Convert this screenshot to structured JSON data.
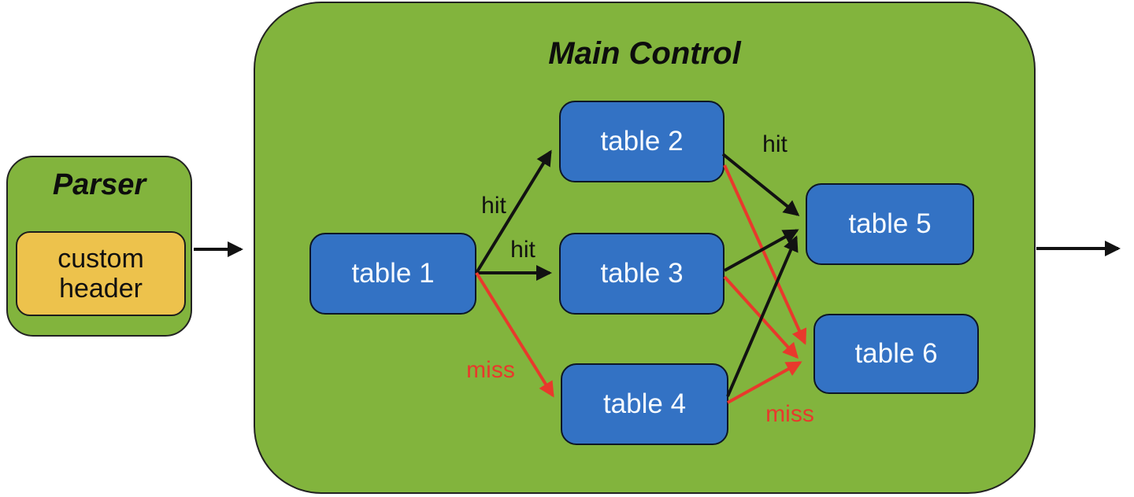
{
  "diagram": {
    "parser": {
      "title": "Parser",
      "custom_header_label": "custom header"
    },
    "main_control": {
      "title": "Main Control"
    },
    "nodes": [
      "table 1",
      "table 2",
      "table 3",
      "table 4",
      "table 5",
      "table 6"
    ],
    "edges": [
      {
        "from": "parser",
        "to": "main-control",
        "color": "black"
      },
      {
        "from": "table 1",
        "to": "table 2",
        "label": "hit",
        "color": "black"
      },
      {
        "from": "table 1",
        "to": "table 3",
        "label": "hit",
        "color": "black"
      },
      {
        "from": "table 1",
        "to": "table 4",
        "label": "miss",
        "color": "red"
      },
      {
        "from": "table 2",
        "to": "table 5",
        "label": "hit",
        "color": "black"
      },
      {
        "from": "table 2",
        "to": "table 6",
        "color": "red"
      },
      {
        "from": "table 3",
        "to": "table 5",
        "color": "black"
      },
      {
        "from": "table 3",
        "to": "table 6",
        "color": "red"
      },
      {
        "from": "table 4",
        "to": "table 5",
        "color": "black"
      },
      {
        "from": "table 4",
        "to": "table 6",
        "label": "miss",
        "color": "red"
      },
      {
        "from": "main-control",
        "to": "output",
        "color": "black"
      }
    ],
    "colors": {
      "green": "#82b43d",
      "blue": "#3372c4",
      "yellow": "#edc24c",
      "red": "#e8392c",
      "ink": "#121212"
    }
  }
}
